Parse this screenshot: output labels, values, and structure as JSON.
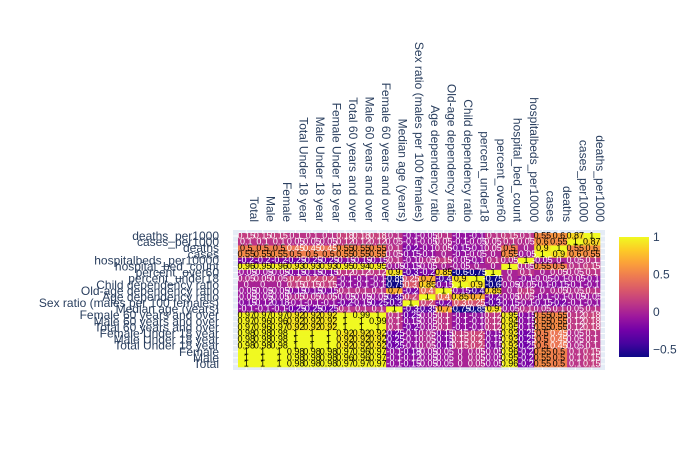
{
  "chart_data": {
    "type": "heatmap",
    "title": "",
    "labels": [
      "Total",
      "Male",
      "Female",
      "Total Under 18 year",
      "Male Under 18 year",
      "Female Under 18 year",
      "Total 60 years and over",
      "Male 60 years and over",
      "Female 60 years and over",
      "Median age (years)",
      "Sex ratio (males per 100 females)",
      "Age dependency ratio",
      "Old-age dependency ratio",
      "Child dependency ratio",
      "percent_under18",
      "percent_over60",
      "hospital_bed_count",
      "hospitalbeds_per10000",
      "cases",
      "deaths",
      "cases_per1000",
      "deaths_per1000"
    ],
    "z": [
      [
        1.0,
        1.0,
        1.0,
        0.98,
        0.98,
        0.98,
        0.97,
        0.97,
        0.97,
        -0.1,
        -0.15,
        -0.05,
        -0.05,
        0.0,
        0.05,
        -0.05,
        0.96,
        -0.2,
        0.55,
        0.5,
        0.1,
        0.15
      ],
      [
        1.0,
        1.0,
        1.0,
        0.98,
        0.98,
        0.98,
        0.96,
        0.96,
        0.97,
        -0.1,
        -0.12,
        -0.05,
        -0.05,
        0.0,
        0.05,
        -0.05,
        0.95,
        -0.2,
        0.55,
        0.5,
        0.1,
        0.15
      ],
      [
        1.0,
        1.0,
        1.0,
        0.98,
        0.98,
        0.98,
        0.97,
        0.96,
        0.97,
        -0.1,
        -0.18,
        -0.05,
        -0.05,
        0.0,
        0.05,
        -0.05,
        0.96,
        -0.2,
        0.55,
        0.5,
        0.1,
        0.15
      ],
      [
        0.98,
        0.98,
        0.98,
        1.0,
        1.0,
        1.0,
        0.92,
        0.92,
        0.92,
        -0.25,
        -0.1,
        0.05,
        -0.15,
        0.15,
        0.2,
        -0.15,
        0.93,
        -0.25,
        0.5,
        0.45,
        0.05,
        0.1
      ],
      [
        0.98,
        0.98,
        0.98,
        1.0,
        1.0,
        1.0,
        0.92,
        0.92,
        0.92,
        -0.25,
        -0.1,
        0.05,
        -0.15,
        0.15,
        0.2,
        -0.15,
        0.93,
        -0.25,
        0.5,
        0.45,
        0.05,
        0.1
      ],
      [
        0.98,
        0.98,
        0.98,
        1.0,
        1.0,
        1.0,
        0.92,
        0.92,
        0.92,
        -0.25,
        -0.1,
        0.05,
        -0.15,
        0.15,
        0.2,
        -0.15,
        0.93,
        -0.25,
        0.5,
        0.45,
        0.05,
        0.1
      ],
      [
        0.97,
        0.96,
        0.97,
        0.92,
        0.92,
        0.92,
        1.0,
        1.0,
        1.0,
        0.1,
        -0.2,
        -0.05,
        0.1,
        -0.1,
        -0.1,
        0.12,
        0.95,
        -0.15,
        0.55,
        0.55,
        0.12,
        0.18
      ],
      [
        0.97,
        0.96,
        0.96,
        0.92,
        0.92,
        0.92,
        1.0,
        1.0,
        0.99,
        0.1,
        -0.15,
        -0.05,
        0.1,
        -0.1,
        -0.1,
        0.12,
        0.94,
        -0.15,
        0.55,
        0.55,
        0.12,
        0.18
      ],
      [
        0.97,
        0.97,
        0.97,
        0.92,
        0.92,
        0.92,
        1.0,
        0.99,
        1.0,
        0.1,
        -0.25,
        -0.05,
        0.1,
        -0.1,
        -0.1,
        0.12,
        0.95,
        -0.15,
        0.55,
        0.55,
        0.12,
        0.18
      ],
      [
        -0.1,
        -0.1,
        -0.1,
        -0.25,
        -0.25,
        -0.25,
        0.1,
        0.1,
        0.1,
        1.0,
        -0.3,
        -0.35,
        0.7,
        -0.75,
        -0.85,
        0.9,
        -0.05,
        0.1,
        0.05,
        0.1,
        0.05,
        0.1
      ],
      [
        -0.15,
        -0.12,
        -0.18,
        -0.1,
        -0.1,
        -0.1,
        -0.2,
        -0.15,
        -0.25,
        -0.3,
        1.0,
        0.2,
        -0.2,
        0.3,
        0.25,
        -0.3,
        -0.15,
        -0.1,
        -0.15,
        -0.2,
        -0.1,
        -0.1
      ],
      [
        -0.05,
        -0.05,
        -0.05,
        0.05,
        0.05,
        0.05,
        -0.05,
        -0.05,
        -0.05,
        -0.35,
        0.2,
        1.0,
        0.4,
        0.85,
        0.7,
        -0.2,
        -0.05,
        0.05,
        -0.1,
        -0.1,
        -0.05,
        -0.05
      ],
      [
        -0.05,
        -0.05,
        -0.05,
        -0.15,
        -0.15,
        -0.15,
        0.1,
        0.1,
        0.1,
        0.7,
        -0.2,
        0.4,
        1.0,
        -0.15,
        -0.4,
        0.85,
        0.0,
        0.15,
        0.0,
        0.05,
        0.05,
        0.1
      ],
      [
        0.0,
        0.0,
        0.0,
        0.15,
        0.15,
        0.15,
        -0.1,
        -0.1,
        -0.1,
        -0.75,
        0.3,
        0.85,
        -0.15,
        1.0,
        0.9,
        -0.6,
        -0.05,
        -0.05,
        -0.1,
        -0.15,
        -0.1,
        -0.1
      ],
      [
        0.05,
        0.05,
        0.05,
        0.2,
        0.2,
        0.2,
        -0.1,
        -0.1,
        -0.1,
        -0.85,
        0.25,
        0.7,
        -0.4,
        0.9,
        1.0,
        -0.75,
        0.0,
        -0.1,
        -0.05,
        -0.1,
        -0.05,
        -0.1
      ],
      [
        -0.05,
        -0.05,
        -0.05,
        -0.15,
        -0.15,
        -0.15,
        0.12,
        0.12,
        0.12,
        0.9,
        -0.3,
        -0.2,
        0.85,
        -0.6,
        -0.75,
        1.0,
        0.0,
        0.1,
        0.0,
        0.05,
        0.05,
        0.1
      ],
      [
        0.96,
        0.95,
        0.96,
        0.93,
        0.93,
        0.93,
        0.95,
        0.94,
        0.95,
        -0.05,
        -0.15,
        -0.05,
        0.0,
        -0.05,
        0.0,
        0.0,
        1.0,
        0.05,
        0.55,
        0.5,
        0.1,
        0.15
      ],
      [
        -0.2,
        -0.2,
        -0.2,
        -0.25,
        -0.25,
        -0.25,
        -0.15,
        -0.15,
        -0.15,
        0.1,
        -0.1,
        0.05,
        0.15,
        -0.05,
        -0.1,
        0.1,
        0.05,
        1.0,
        -0.05,
        0.0,
        0.05,
        0.1
      ],
      [
        0.55,
        0.55,
        0.55,
        0.5,
        0.5,
        0.5,
        0.55,
        0.55,
        0.55,
        0.05,
        -0.15,
        -0.1,
        0.0,
        -0.1,
        -0.05,
        0.0,
        0.55,
        -0.05,
        1.0,
        0.9,
        0.6,
        0.55
      ],
      [
        0.5,
        0.5,
        0.5,
        0.45,
        0.45,
        0.45,
        0.55,
        0.55,
        0.55,
        0.1,
        -0.2,
        -0.1,
        0.05,
        -0.15,
        -0.1,
        0.05,
        0.5,
        0.0,
        0.9,
        1.0,
        0.55,
        0.6
      ],
      [
        0.1,
        0.1,
        0.1,
        0.05,
        0.05,
        0.05,
        0.12,
        0.12,
        0.12,
        0.05,
        -0.1,
        -0.05,
        0.05,
        -0.1,
        -0.05,
        0.05,
        0.1,
        0.05,
        0.6,
        0.55,
        1.0,
        0.87
      ],
      [
        0.15,
        0.15,
        0.15,
        0.1,
        0.1,
        0.1,
        0.18,
        0.18,
        0.18,
        0.1,
        -0.1,
        -0.05,
        0.1,
        -0.1,
        -0.1,
        0.1,
        0.15,
        0.1,
        0.55,
        0.6,
        0.87,
        1.0
      ]
    ],
    "zlim": [
      -0.6,
      1
    ],
    "colorbar_ticks": [
      1,
      0.5,
      0,
      -0.5
    ],
    "colorbar_tick_labels": [
      "1",
      "0.5",
      "0",
      "−0.5"
    ],
    "colorscale": [
      "#0d0887",
      "#46039f",
      "#7201a8",
      "#9c179e",
      "#bd3786",
      "#d8576b",
      "#ed7953",
      "#fb9f3a",
      "#fdca26",
      "#f0f921"
    ],
    "x_axis_side": "top",
    "y_axis_side": "left",
    "grid": true,
    "show_cell_text": true
  }
}
